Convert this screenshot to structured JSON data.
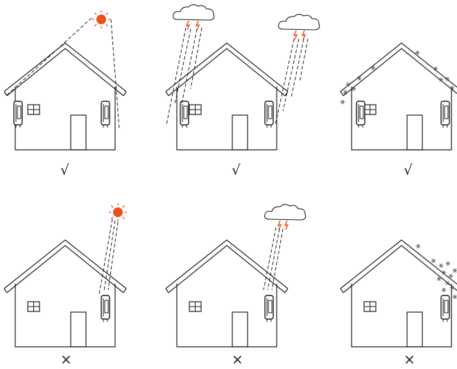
{
  "colors": {
    "line": "#1a1a1a",
    "sun": "#e8501e",
    "bolt": "#e8501e",
    "snow": "#555555",
    "background": "#ffffff"
  },
  "panels": [
    {
      "id": "sun-ok",
      "weather": "sun",
      "source_side": "top-right",
      "mark_icon": "check-mark",
      "mark": "√"
    },
    {
      "id": "rain-ok",
      "weather": "rain",
      "source_side": "top-left",
      "mark_icon": "check-mark",
      "mark": "√"
    },
    {
      "id": "snow-ok",
      "weather": "snow",
      "source_side": "roof-left",
      "mark_icon": "check-mark",
      "mark": "√"
    },
    {
      "id": "sun-bad",
      "weather": "sun",
      "source_side": "top-right",
      "mark_icon": "cross-mark",
      "mark": "×"
    },
    {
      "id": "rain-bad",
      "weather": "rain",
      "source_side": "top-right",
      "mark_icon": "cross-mark",
      "mark": "×"
    },
    {
      "id": "snow-bad",
      "weather": "snow",
      "source_side": "right",
      "mark_icon": "cross-mark",
      "mark": "×"
    }
  ]
}
